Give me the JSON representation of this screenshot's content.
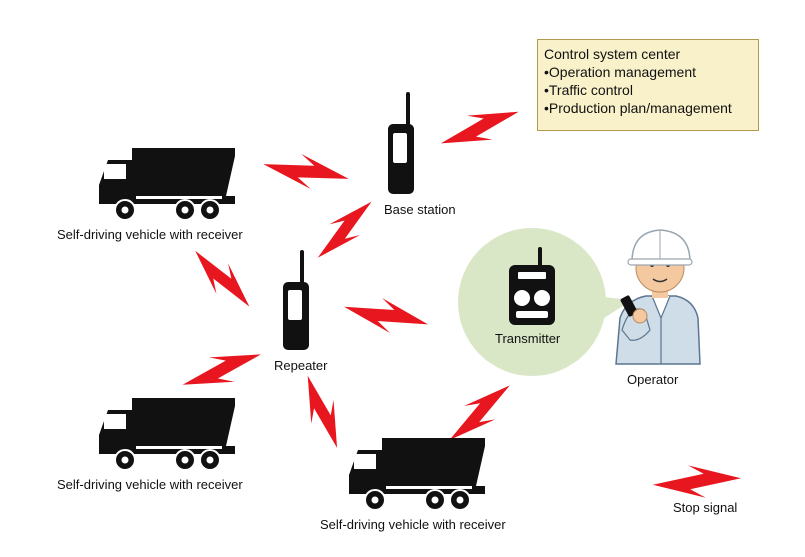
{
  "control_center": {
    "title": "Control system center",
    "items": [
      "•Operation management",
      "•Traffic control",
      "•Production plan/management"
    ]
  },
  "labels": {
    "base_station": "Base station",
    "repeater": "Repeater",
    "transmitter": "Transmitter",
    "operator": "Operator",
    "vehicle_top": "Self-driving vehicle with receiver",
    "vehicle_left": "Self-driving vehicle with receiver",
    "vehicle_bottom": "Self-driving vehicle with receiver",
    "stop_signal": "Stop signal"
  },
  "colors": {
    "signal": "#e8171f",
    "transmitter_circle": "#d9e7c7",
    "info_box_fill": "#f9f1c9",
    "info_box_border": "#b39a4e",
    "truck": "#111111"
  }
}
